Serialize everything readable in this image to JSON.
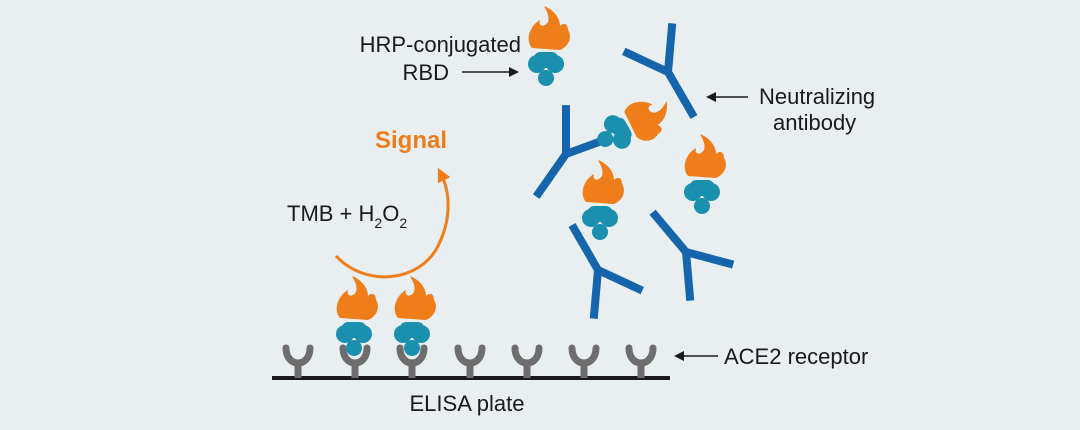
{
  "labels": {
    "hrp_line1": "HRP-conjugated",
    "hrp_line2": "RBD",
    "neutralizing_line1": "Neutralizing",
    "neutralizing_line2": "antibody",
    "signal": "Signal",
    "tmb_prefix": "TMB + H",
    "tmb_sub1": "2",
    "tmb_mid": "O",
    "tmb_sub2": "2",
    "ace2": "ACE2 receptor",
    "plate": "ELISA plate"
  },
  "colors": {
    "background": "#e9eef1",
    "antibody": "#1565ad",
    "hrp": "#ef7d1a",
    "rbd": "#1b8fae",
    "receptor": "#6d6d6d",
    "signal": "#ef7d1a",
    "line": "#1a1a1a"
  }
}
